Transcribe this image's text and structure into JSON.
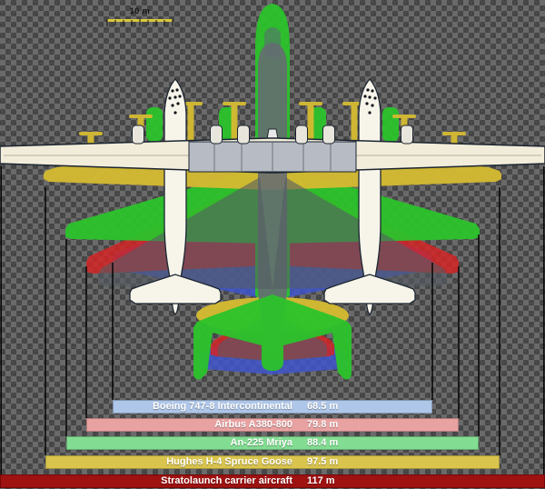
{
  "scale": {
    "label": "10 m"
  },
  "bars": [
    {
      "name": "Boeing 747-8 Intercontinental",
      "value": "68.5 m",
      "color": "#aec6e8"
    },
    {
      "name": "Airbus A380-800",
      "value": "79.8 m",
      "color": "#e9a2a2"
    },
    {
      "name": "An-225 Mriya",
      "value": "88.4 m",
      "color": "#82dd92"
    },
    {
      "name": "Hughes H-4 Spruce Goose",
      "value": "97.5 m",
      "color": "#d9c44e"
    },
    {
      "name": "Stratolaunch carrier aircraft",
      "value": "117 m",
      "color": "#9e1212"
    }
  ]
}
